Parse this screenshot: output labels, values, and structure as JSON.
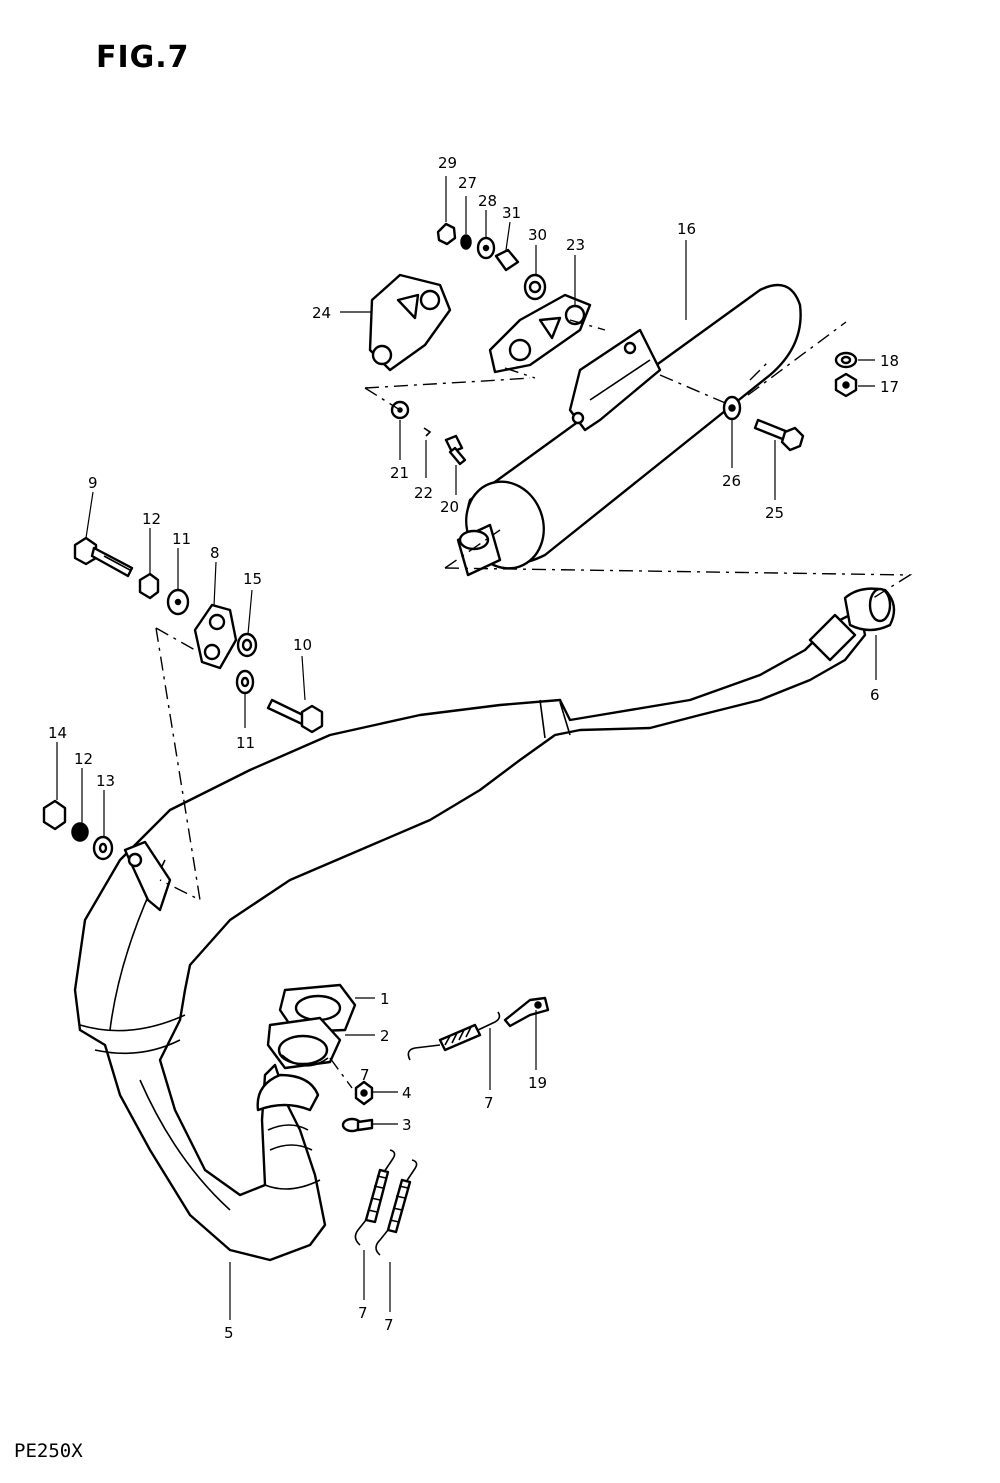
{
  "figure_title": "FIG.7",
  "model_code": "PE250X",
  "callouts": {
    "c1": "1",
    "c2": "2",
    "c3": "3",
    "c4": "4",
    "c5": "5",
    "c6": "6",
    "c7a": "7",
    "c7b": "7",
    "c7c": "7",
    "c7d": "7",
    "c8": "8",
    "c9": "9",
    "c10": "10",
    "c11a": "11",
    "c11b": "11",
    "c12a": "12",
    "c12b": "12",
    "c13": "13",
    "c14": "14",
    "c15": "15",
    "c16": "16",
    "c17": "17",
    "c18": "18",
    "c19": "19",
    "c20": "20",
    "c21": "21",
    "c22": "22",
    "c23": "23",
    "c24": "24",
    "c25": "25",
    "c26": "26",
    "c27": "27",
    "c28": "28",
    "c29": "29",
    "c30": "30",
    "c31": "31"
  }
}
